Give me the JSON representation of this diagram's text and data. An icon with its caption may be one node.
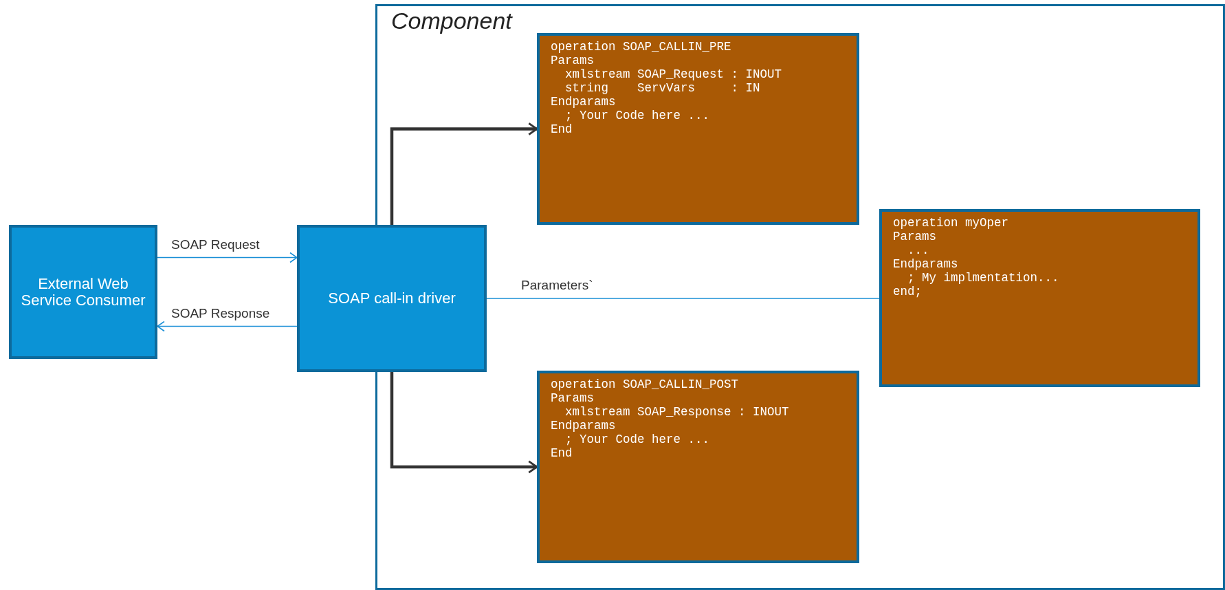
{
  "diagram": {
    "nodes": [
      {
        "text": [
          "Component"
        ]
      },
      {
        "text": [
          "External Web Service Consumer"
        ]
      },
      {
        "text": [
          "SOAP call-in driver"
        ]
      },
      {
        "text": [
          "operation SOAP_CALLIN_PRE",
          "Params",
          "  xmlstream SOAP_Request : INOUT",
          "  string    ServVars     : IN",
          "Endparams",
          "  ; Your Code here ...",
          "End"
        ],
        "in": 0
      },
      {
        "text": [
          "operation myOper",
          "Params",
          "  ...",
          "Endparams",
          "  ; My implmentation...",
          "end;"
        ],
        "in": 0
      },
      {
        "text": [
          "operation SOAP_CALLIN_POST",
          "Params",
          "  xmlstream SOAP_Response : INOUT",
          "Endparams",
          "  ; Your Code here ...",
          "End"
        ],
        "in": 0
      }
    ],
    "edges": [
      {
        "from": 1,
        "to": 2,
        "arrow": "to",
        "label": "SOAP Request"
      },
      {
        "from": 2,
        "to": 1,
        "arrow": "to",
        "label": "SOAP Response"
      },
      {
        "from": 2,
        "to": 3,
        "arrow": "to",
        "style": "thick",
        "color": "#333333"
      },
      {
        "from": 2,
        "to": 5,
        "arrow": "to",
        "style": "thick",
        "color": "#333333"
      },
      {
        "from": 2,
        "to": 4,
        "arrow": "none",
        "label": "Parameters`"
      }
    ]
  }
}
